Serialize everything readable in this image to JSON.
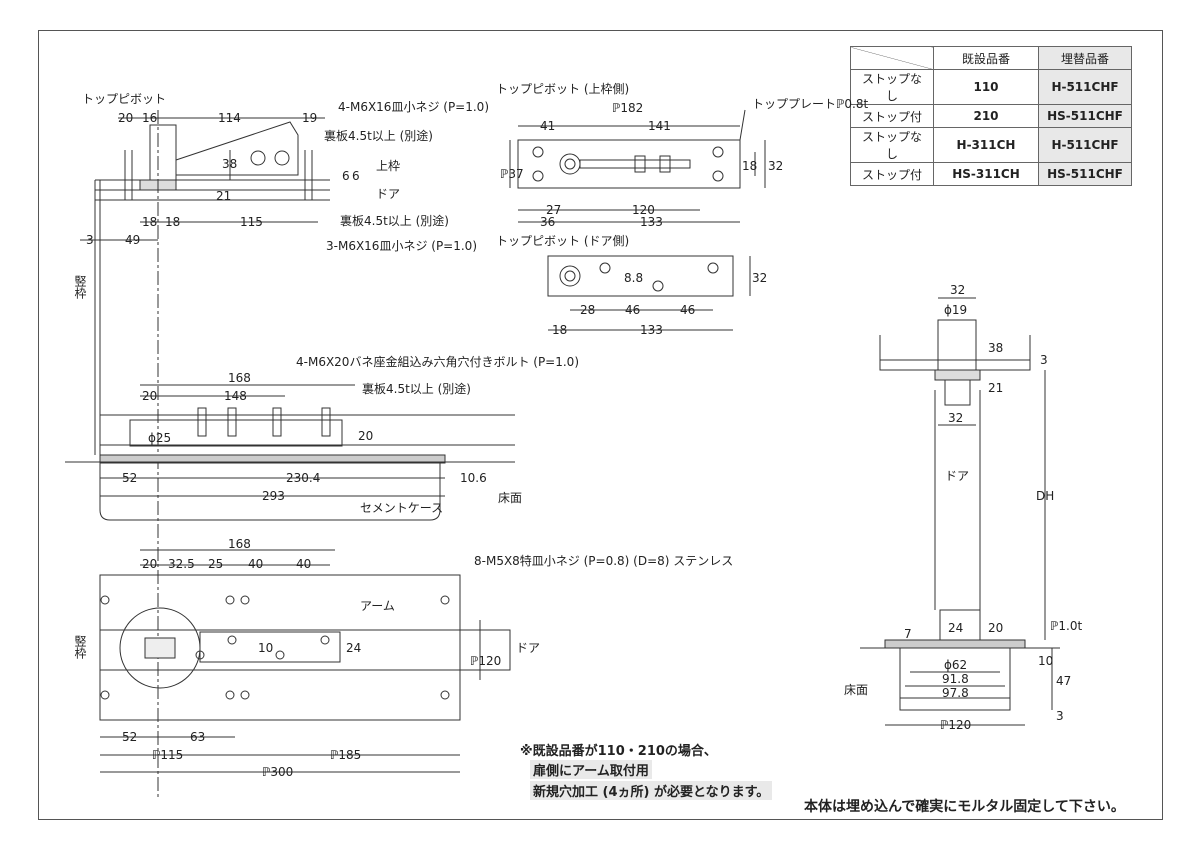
{
  "table": {
    "headers": [
      "",
      "既設品番",
      "埋替品番"
    ],
    "rows": [
      [
        "ストップなし",
        "110",
        "H-511CHF"
      ],
      [
        "ストップ付",
        "210",
        "HS-511CHF"
      ],
      [
        "ストップなし",
        "H-311CH",
        "H-511CHF"
      ],
      [
        "ストップ付",
        "HS-311CH",
        "HS-511CHF"
      ]
    ]
  },
  "top_pivot_section": {
    "title": "トップピボット",
    "dims": {
      "d20": "20",
      "d16": "16",
      "d114": "114",
      "d19": "19",
      "d38": "38",
      "d21": "21",
      "d6a": "6",
      "d6b": "6",
      "d18a": "18",
      "d18b": "18",
      "d115": "115",
      "d3": "3",
      "d49": "49"
    },
    "labels": {
      "screw4": "4-M6X16皿小ネジ (P=1.0)",
      "backplate1": "裏板4.5t以上 (別途)",
      "backplate2": "裏板4.5t以上 (別途)",
      "screw3": "3-M6X16皿小ネジ (P=1.0)",
      "upper_frame": "上枠",
      "door": "ドア",
      "jamb": "竪枠"
    }
  },
  "upper_plate": {
    "title": "トップピボット (上枠側)",
    "top_plate": "トッププレートℙ0.8t",
    "dims": {
      "d182": "ℙ182",
      "d41": "41",
      "d141": "141",
      "d37": "ℙ37",
      "d18": "18",
      "d32": "32",
      "d27": "27",
      "d120": "120",
      "d36": "36",
      "d133": "133"
    }
  },
  "door_plate": {
    "title": "トップピボット (ドア側)",
    "dims": {
      "d8": "8.8",
      "d32": "32",
      "d28": "28",
      "d46a": "46",
      "d46b": "46",
      "d18": "18",
      "d133": "133"
    }
  },
  "cement_case": {
    "bolt": "4-M6X20バネ座金組込み六角穴付きボルト (P=1.0)",
    "backplate": "裏板4.5t以上 (別途)",
    "floor": "床面",
    "case": "セメントケース",
    "dims": {
      "d168": "168",
      "d20": "20",
      "d148": "148",
      "d25": "ϕ25",
      "d20b": "20",
      "d52": "52",
      "d230": "230.4",
      "d10": "10.6",
      "d293": "293"
    }
  },
  "plan_view": {
    "screw": "8-M5X8特皿小ネジ (P=0.8) (D=8) ステンレス",
    "arm": "アーム",
    "door": "ドア",
    "jamb": "竪枠",
    "dims": {
      "d168": "168",
      "d20": "20",
      "d32": "32.5",
      "d25": "25",
      "d40a": "40",
      "d40b": "40",
      "d10": "10",
      "d24": "24",
      "d120": "ℙ120",
      "d52": "52",
      "d63": "63",
      "d115": "ℙ115",
      "d185": "ℙ185",
      "d300": "ℙ300"
    }
  },
  "side_view": {
    "door": "ドア",
    "floor": "床面",
    "dims": {
      "d32a": "32",
      "d19": "ϕ19",
      "d38": "38",
      "d3a": "3",
      "d21": "21",
      "d32b": "32",
      "dh": "DH",
      "d7": "7",
      "d24": "24",
      "d20": "20",
      "d1t": "ℙ1.0t",
      "d62": "ϕ62",
      "d91": "91.8",
      "d97": "97.8",
      "d10": "10",
      "d47": "47",
      "d3b": "3",
      "d120": "ℙ120"
    }
  },
  "notes": [
    "※既設品番が110・210の場合、",
    "扉側にアーム取付用",
    "新規穴加工 (4ヵ所) が必要となります。"
  ],
  "footer": "本体は埋め込んで確実にモルタル固定して下さい。"
}
